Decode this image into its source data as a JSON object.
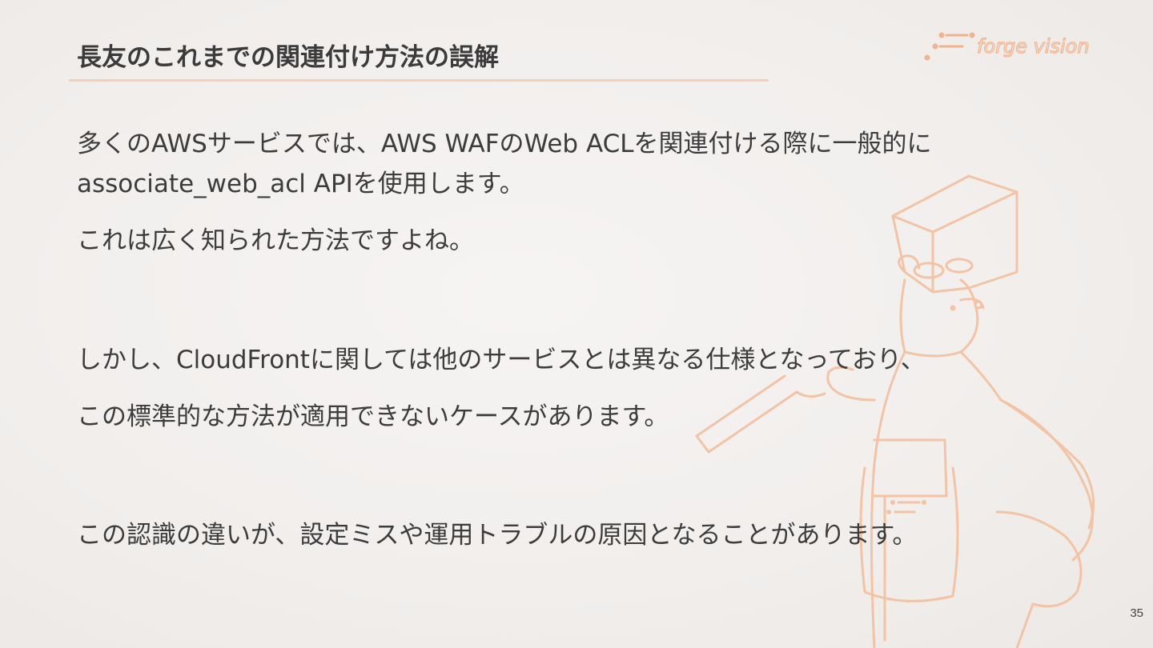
{
  "slide": {
    "title": "長友のこれまでの関連付け方法の誤解",
    "logo_text": "forge vision",
    "paragraphs": [
      "多くのAWSサービスでは、AWS WAFのWeb ACLを関連付ける際に一般的に",
      "associate_web_acl APIを使用します。",
      "これは広く知られた方法ですよね。",
      "しかし、CloudFrontに関しては他のサービスとは異なる仕様となっており、",
      "この標準的な方法が適用できないケースがあります。",
      "この認識の違いが、設定ミスや運用トラブルの原因となることがあります。"
    ],
    "page_number": "35"
  },
  "colors": {
    "background": "#f1eeec",
    "accent": "#f5cfb5",
    "mascot_line": "#f2c3a4",
    "text": "#3c3c3c"
  },
  "icons": {
    "logo": "forge-vision-logo",
    "mascot": "bear-mascot-illustration"
  }
}
